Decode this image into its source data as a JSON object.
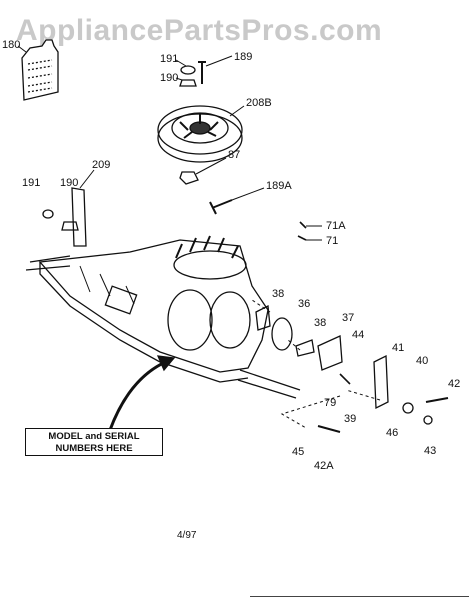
{
  "watermark": "AppliancePartsPros.com",
  "callout": {
    "line1": "MODEL and SERIAL",
    "line2": "NUMBERS HERE"
  },
  "date_code": "4/97",
  "part_labels": {
    "p180": "180",
    "p191a": "191",
    "p190a": "190",
    "p189": "189",
    "p208b": "208B",
    "p87": "87",
    "p191b": "191",
    "p190b": "190",
    "p209": "209",
    "p189a": "189A",
    "p71a": "71A",
    "p71": "71",
    "p38a": "38",
    "p36": "36",
    "p38b": "38",
    "p37": "37",
    "p44": "44",
    "p41": "41",
    "p40": "40",
    "p42": "42",
    "p79": "79",
    "p39": "39",
    "p46": "46",
    "p43": "43",
    "p45": "45",
    "p42a": "42A"
  }
}
